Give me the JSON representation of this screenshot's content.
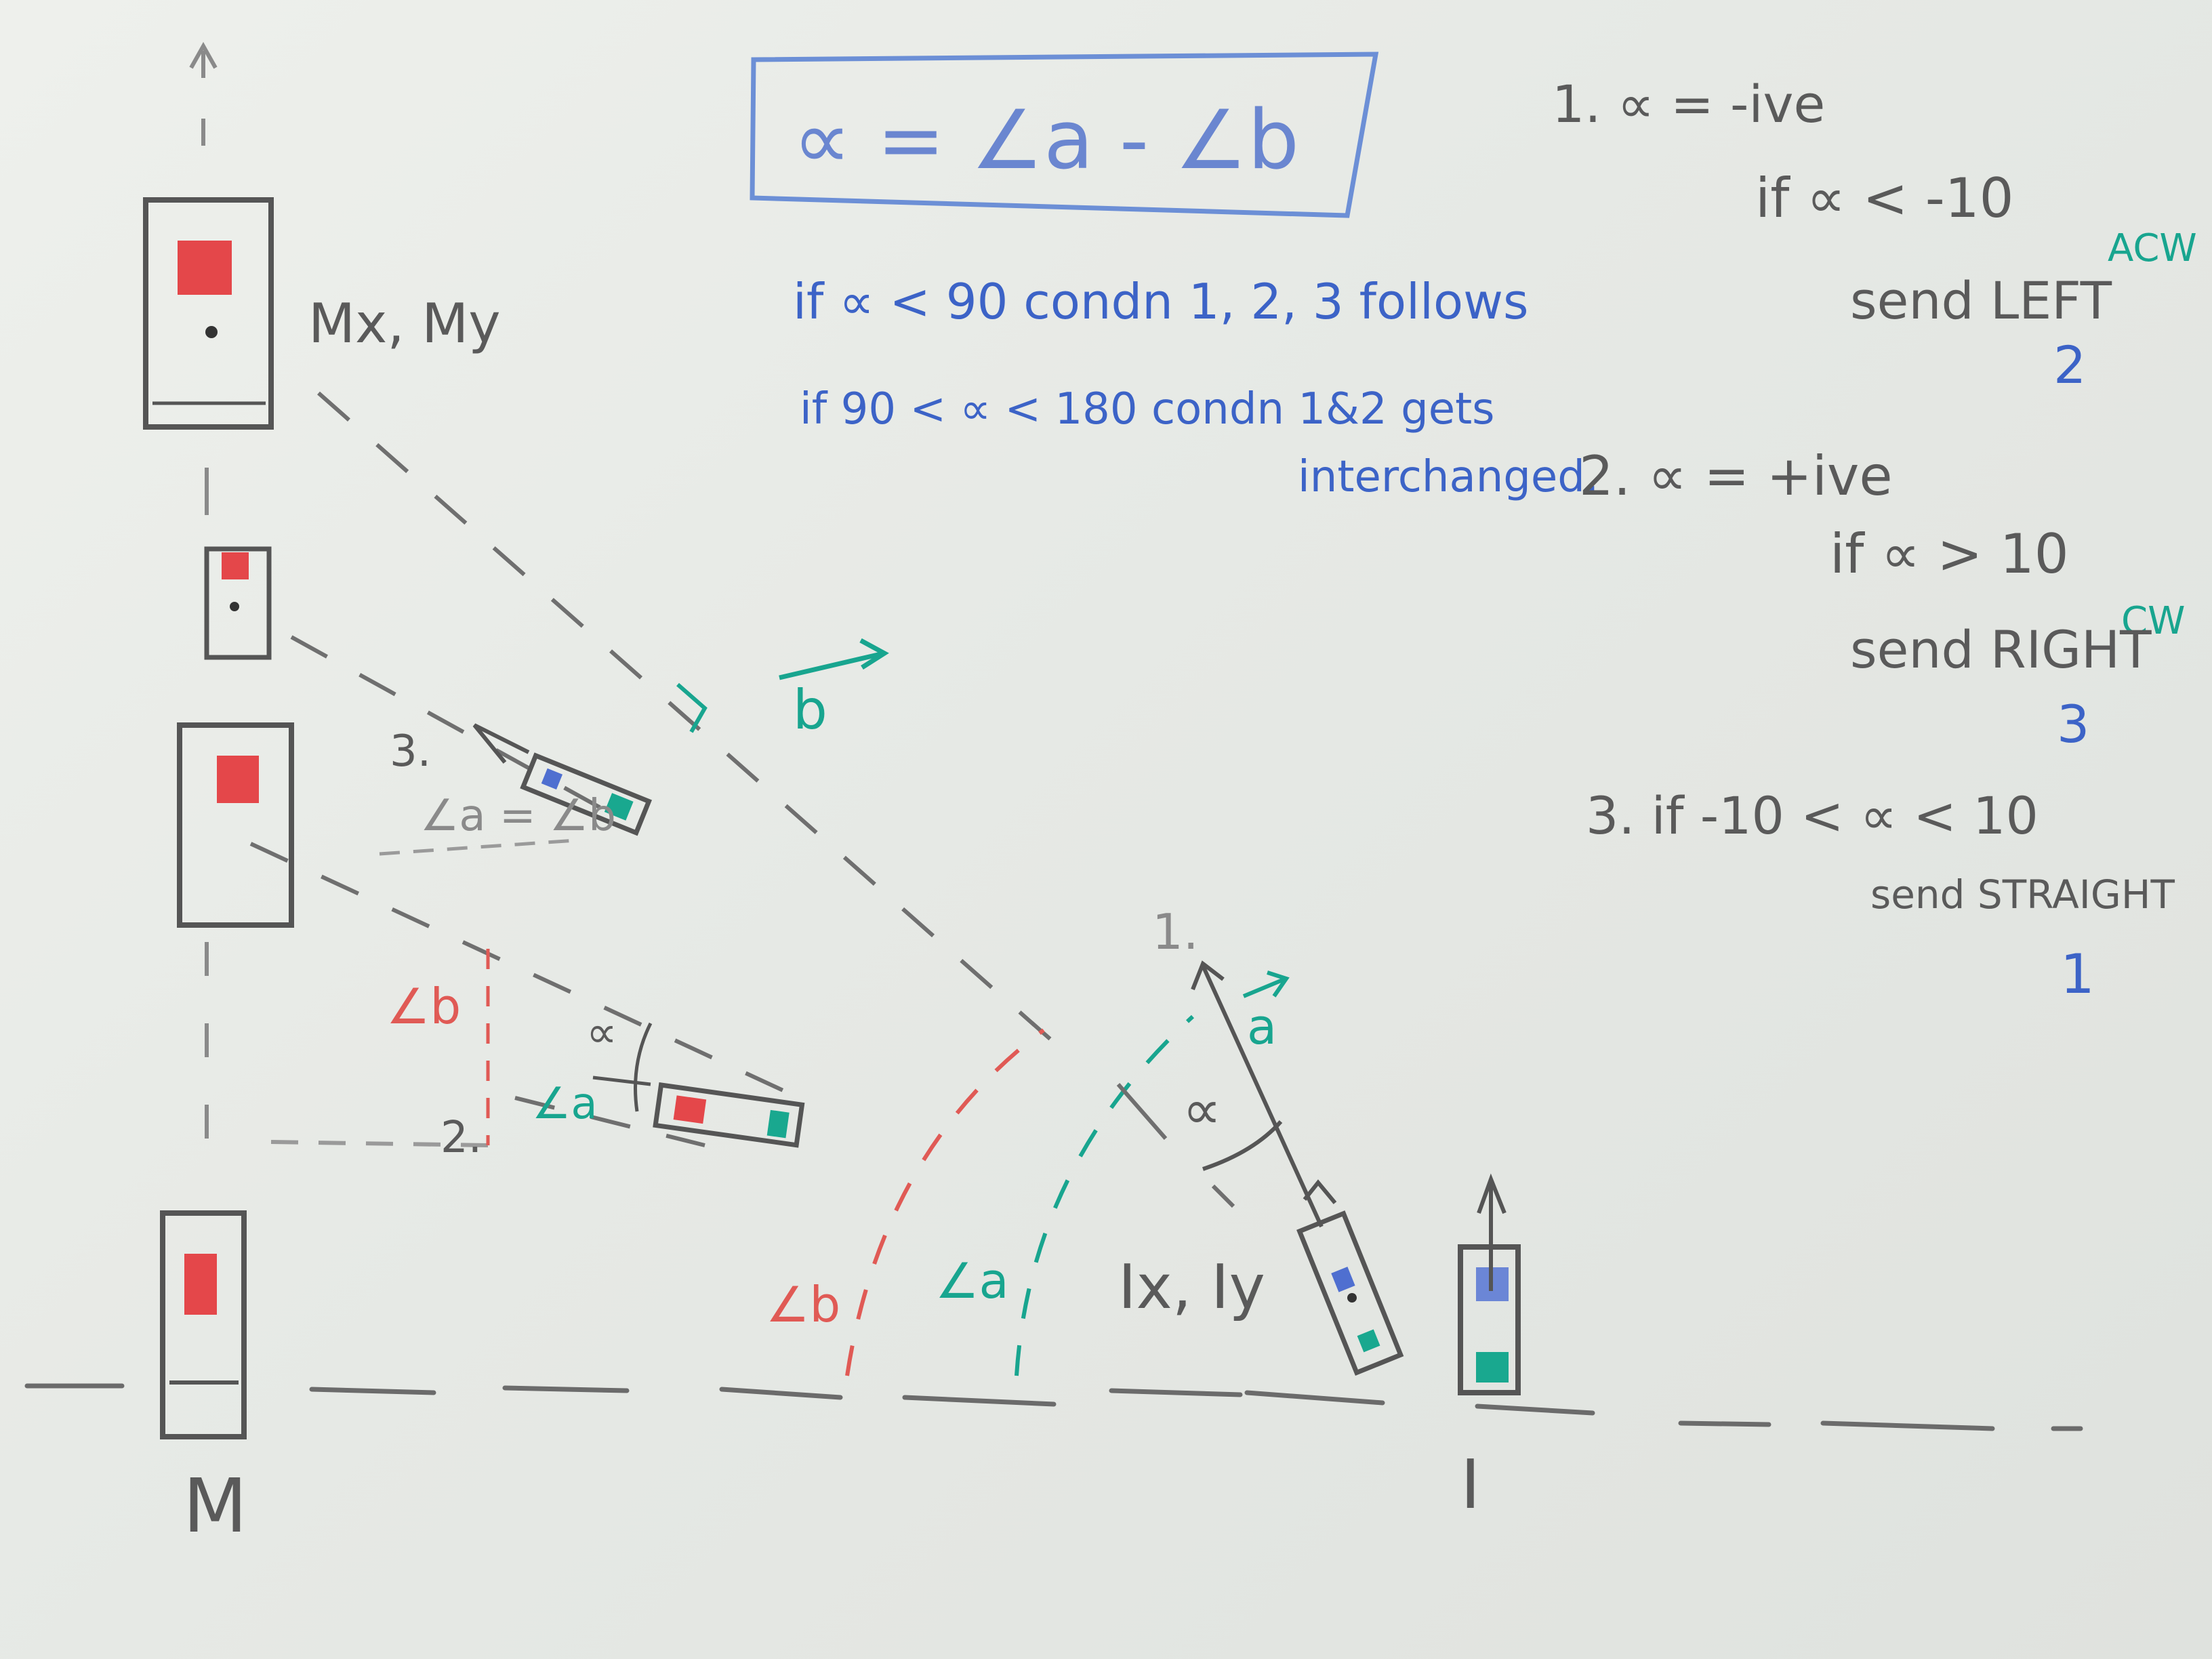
{
  "colors": {
    "grey_marker": "#5a5a5a",
    "blue_marker": "#3c63c7",
    "teal_marker": "#18a58f",
    "red_marker": "#e05a55",
    "board": "#e9ebe7"
  },
  "formula_box": {
    "text": "∝ = ∠a - ∠b"
  },
  "blue_notes": {
    "line1": "if ∝ < 90  condn 1, 2, 3 follows",
    "line2": "if  90 < ∝ < 180  condn 1&2 gets",
    "line3": "interchanged."
  },
  "conditions": {
    "c1_heading": "1. ∝ = -ive",
    "c1_rule": "if  ∝ < -10",
    "c1_tag": "ACW",
    "c1_action": "send LEFT",
    "c1_code": "2",
    "c2_heading": "2. ∝ = +ive",
    "c2_rule": "if ∝ > 10",
    "c2_tag": "CW",
    "c2_action": "send RIGHT",
    "c2_code": "3",
    "c3_rule": "3. if  -10 < ∝ < 10",
    "c3_action": "send STRAIGHT",
    "c3_code": "1"
  },
  "labels": {
    "mx_my": "Mx, My",
    "m_label": "M",
    "i_label": "I",
    "ix_iy": "Ix, Iy",
    "vec_b": "b",
    "vec_a": "a",
    "pos3": "3.",
    "angle_eq": "∠a = ∠b",
    "angle_b_red": "∠b",
    "angle_a_teal": "∠a",
    "alpha_small": "∝",
    "pos2": "2.",
    "pos1": "1.",
    "alpha_big": "∝",
    "arc_b": "∠b",
    "arc_a": "∠a"
  }
}
